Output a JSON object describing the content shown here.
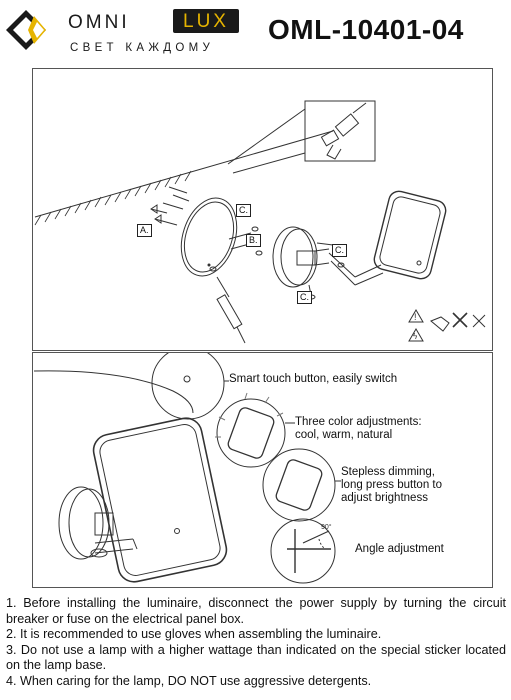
{
  "header": {
    "brand_part1": "OMNI",
    "brand_part2": "LUX",
    "tagline": "СВЕТ КАЖДОМУ",
    "model": "OML-10401-04"
  },
  "colors": {
    "brand_accent": "#e6b400",
    "brand_dark": "#1a1a1a",
    "line": "#333333"
  },
  "assembly_labels": {
    "a": "A.",
    "b": "B.",
    "c1": "C.",
    "c2": "C.",
    "c3": "C."
  },
  "features": [
    {
      "text": "Smart touch button, easily switch"
    },
    {
      "text": "Three color adjustments: cool, warm, natural"
    },
    {
      "text": "Stepless dimming, long press button to adjust brightness"
    },
    {
      "text": "Angle adjustment"
    }
  ],
  "angle_label": "90°",
  "instructions": [
    "1. Before installing the luminaire, disconnect the power supply by turning the circuit breaker or fuse on the electrical panel box.",
    "2. It is recommended to use gloves when assembling the luminaire.",
    "3. Do not use a lamp with a higher wattage than indicated on the special sticker located on the lamp base.",
    "4. When caring for the lamp, DO NOT use aggressive detergents."
  ]
}
